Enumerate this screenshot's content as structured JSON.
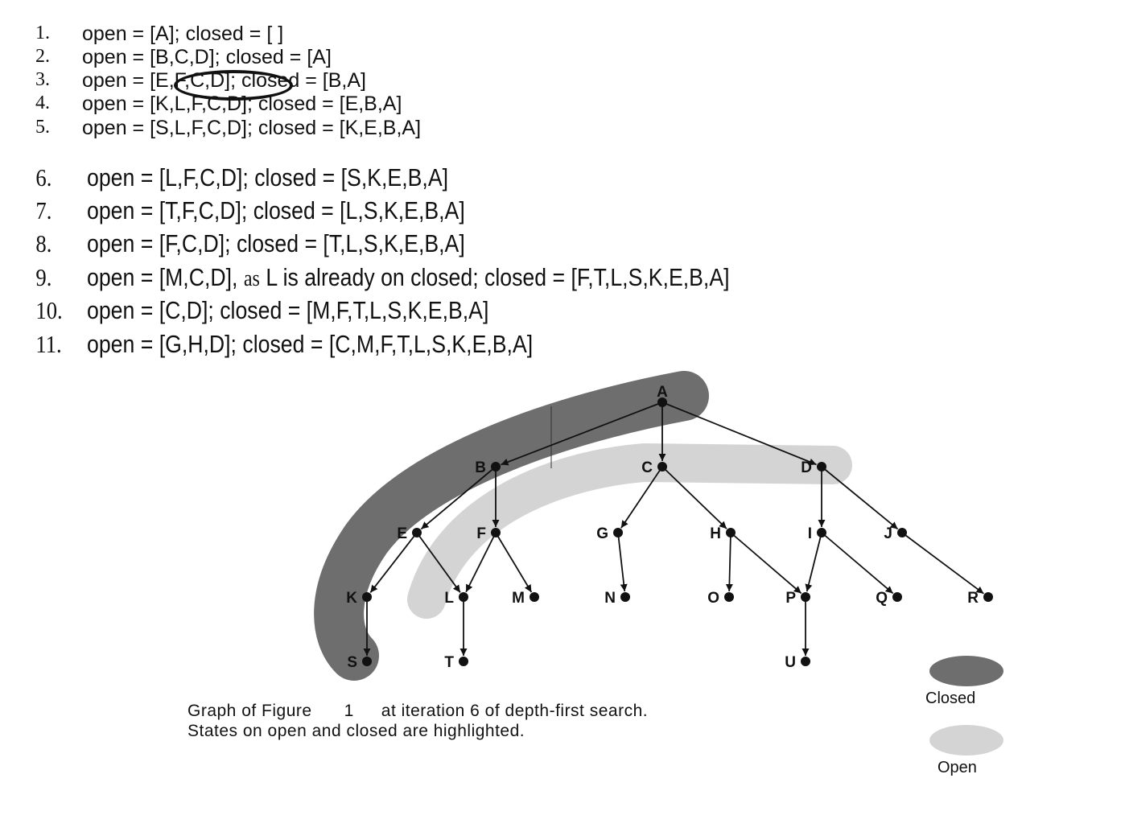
{
  "steps_small": [
    {
      "num": "1.",
      "text": "open = [A]; closed = [ ]"
    },
    {
      "num": "2.",
      "text": "open = [B,C,D]; closed = [A]"
    },
    {
      "num": "3.",
      "text": "open = [E,F,C,D]; closed = [B,A]"
    },
    {
      "num": "4.",
      "text": "open = [K,L,F,C,D]; closed = [E,B,A]"
    },
    {
      "num": "5.",
      "text": "open = [S,L,F,C,D]; closed = [K,E,B,A]"
    }
  ],
  "steps_large": [
    {
      "num": "6.",
      "pre": "open = [L,F,C,D]; closed = [S,K,E,B,A]",
      "mid": "",
      "post": ""
    },
    {
      "num": "7.",
      "pre": "open = [T,F,C,D]; closed = [L,S,K,E,B,A]",
      "mid": "",
      "post": ""
    },
    {
      "num": "8.",
      "pre": "open = [F,C,D]; closed = [T,L,S,K,E,B,A]",
      "mid": "",
      "post": ""
    },
    {
      "num": "9.",
      "pre": "open = [M,C,D], ",
      "mid": "as",
      "post": " L is already on closed; closed = [F,T,L,S,K,E,B,A]"
    },
    {
      "num": "10.",
      "pre": "open = [C,D]; closed = [M,F,T,L,S,K,E,B,A]",
      "mid": "",
      "post": ""
    },
    {
      "num": "11.",
      "pre": "open = [G,H,D]; closed = [C,M,F,T,L,S,K,E,B,A]",
      "mid": "",
      "post": ""
    }
  ],
  "graph": {
    "nodes": [
      "A",
      "B",
      "C",
      "D",
      "E",
      "F",
      "G",
      "H",
      "I",
      "J",
      "K",
      "L",
      "M",
      "N",
      "O",
      "P",
      "Q",
      "R",
      "S",
      "T",
      "U"
    ],
    "edges": [
      [
        "A",
        "B"
      ],
      [
        "A",
        "C"
      ],
      [
        "A",
        "D"
      ],
      [
        "B",
        "E"
      ],
      [
        "B",
        "F"
      ],
      [
        "C",
        "G"
      ],
      [
        "C",
        "H"
      ],
      [
        "D",
        "I"
      ],
      [
        "D",
        "J"
      ],
      [
        "E",
        "K"
      ],
      [
        "E",
        "L"
      ],
      [
        "F",
        "L"
      ],
      [
        "F",
        "M"
      ],
      [
        "G",
        "N"
      ],
      [
        "H",
        "O"
      ],
      [
        "H",
        "P"
      ],
      [
        "I",
        "P"
      ],
      [
        "I",
        "Q"
      ],
      [
        "J",
        "R"
      ],
      [
        "K",
        "S"
      ],
      [
        "L",
        "T"
      ],
      [
        "P",
        "U"
      ]
    ],
    "closed": [
      "A",
      "B",
      "E",
      "K",
      "S"
    ],
    "open": [
      "L",
      "F",
      "C",
      "D"
    ]
  },
  "caption": {
    "line1_a": "Graph of Figure",
    "line1_num": "1",
    "line1_b": "at iteration 6 of depth-first search.",
    "line2": "States on open and closed are highlighted."
  },
  "legend": {
    "closed": "Closed",
    "open": "Open",
    "closed_color": "#6e6e6e",
    "open_color": "#d4d4d4"
  }
}
